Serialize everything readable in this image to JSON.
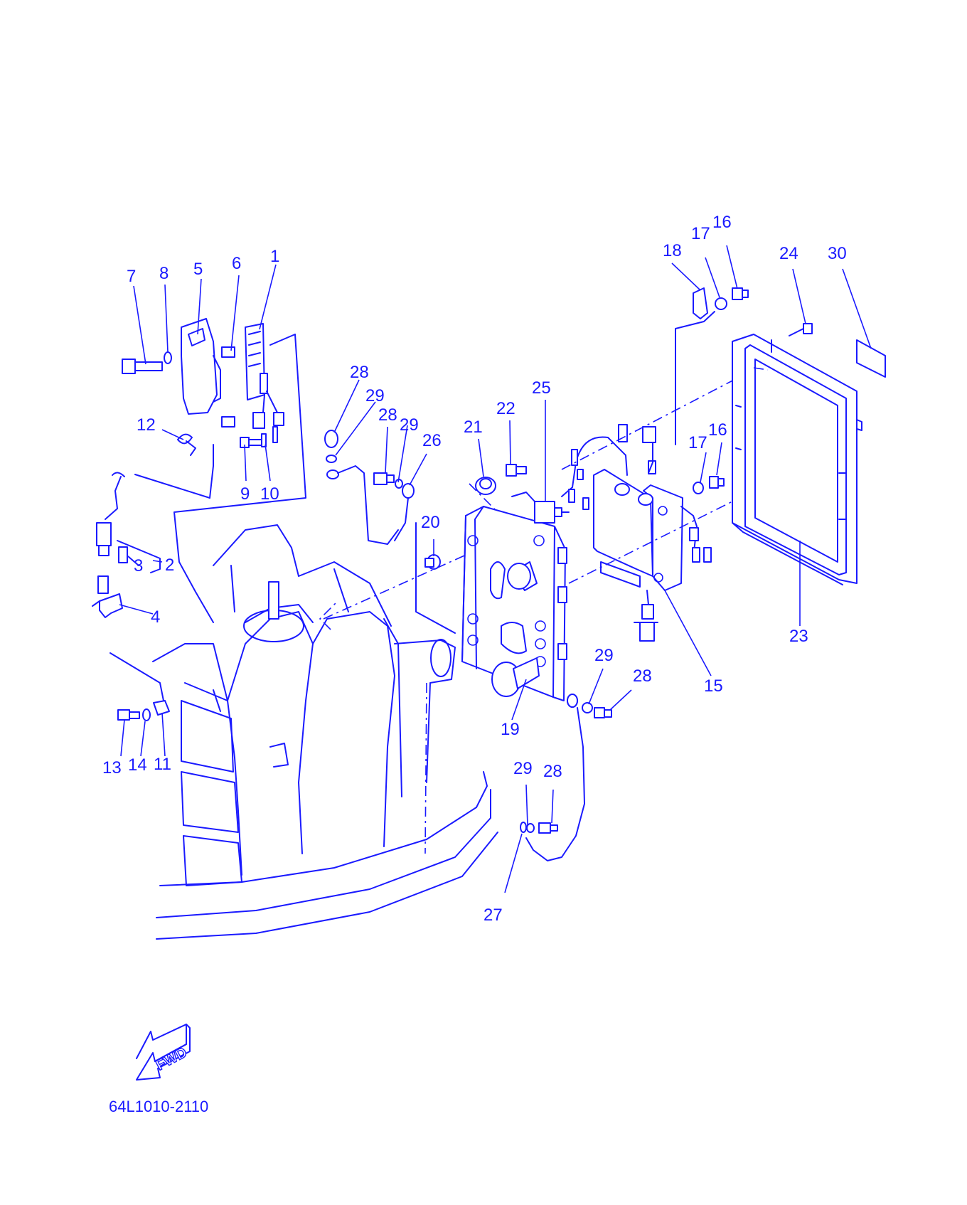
{
  "diagram": {
    "callouts": [
      "1",
      "2",
      "3",
      "4",
      "5",
      "6",
      "7",
      "8",
      "9",
      "10",
      "11",
      "12",
      "13",
      "14",
      "15",
      "16",
      "16",
      "17",
      "17",
      "18",
      "19",
      "20",
      "21",
      "22",
      "23",
      "24",
      "25",
      "26",
      "27",
      "28",
      "28",
      "28",
      "28",
      "29",
      "29",
      "29",
      "29",
      "30"
    ],
    "fwd_label": "FWD",
    "drawing_code": "64L1010-2110"
  }
}
